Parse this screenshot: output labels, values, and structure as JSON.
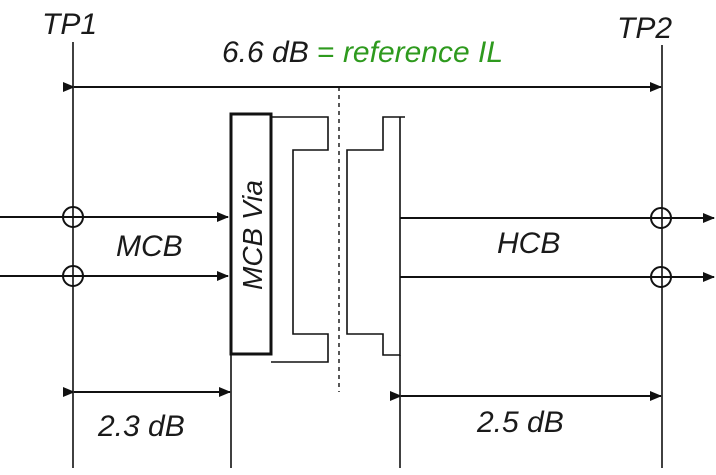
{
  "labels": {
    "tp1": "TP1",
    "tp2": "TP2",
    "total_loss": "6.6 dB",
    "equals": " = ",
    "reference": "reference IL",
    "mcb": "MCB",
    "mcb_via": "MCB Via",
    "hcb": "HCB",
    "left_loss": "2.3 dB",
    "right_loss": "2.5 dB"
  },
  "colors": {
    "reference_text": "#2e9a1e",
    "line": "#111111"
  }
}
